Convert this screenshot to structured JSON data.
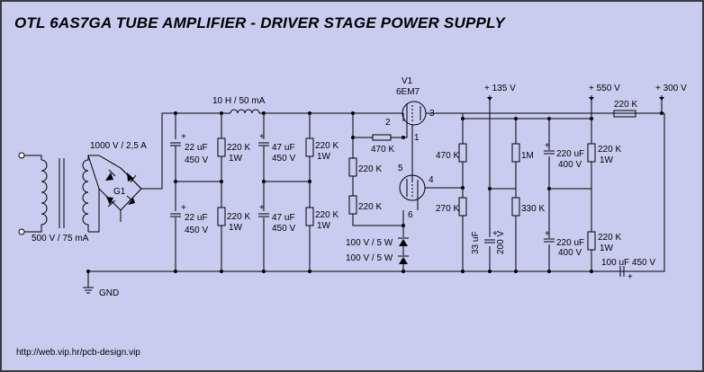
{
  "title": "OTL 6AS7GA TUBE AMPLIFIER - DRIVER STAGE POWER SUPPLY",
  "footer": "http://web.vip.hr/pcb-design.vip",
  "transformer": {
    "primary": "1000 V / 2,5 A",
    "secondary": "500 V / 75 mA"
  },
  "bridge": {
    "ref": "G1"
  },
  "choke": {
    "label": "10 H / 50 mA"
  },
  "filter": {
    "c1": [
      "22 uF",
      "450 V"
    ],
    "c2": [
      "22 uF",
      "450 V"
    ],
    "r1": [
      "220 K",
      "1W"
    ],
    "r2": [
      "220 K",
      "1W"
    ],
    "c3": [
      "47 uF",
      "450 V"
    ],
    "c4": [
      "47 uF",
      "450 V"
    ],
    "r3": [
      "220 K",
      "1W"
    ],
    "r4": [
      "220 K",
      "1W"
    ]
  },
  "tube": {
    "ref": "V1",
    "type": "6EM7",
    "pins": [
      "1",
      "2",
      "3",
      "4",
      "5",
      "6"
    ]
  },
  "divider": {
    "r_top": "220 K",
    "r_bottom": "220 K",
    "r_grid": "470 K"
  },
  "zeners": [
    "100 V / 5 W",
    "100 V / 5 W"
  ],
  "cathode": {
    "r_top": "470 K",
    "r_bottom": "270 K"
  },
  "supplies": {
    "v135": "+ 135 V",
    "v550": "+ 550 V",
    "v300": "+ 300 V"
  },
  "out135": {
    "cap": [
      "33 uF",
      "200 V"
    ],
    "r_top": "1M",
    "r_bottom": "330 K"
  },
  "out550": {
    "c1": [
      "220 uF",
      "400 V"
    ],
    "c2": [
      "220 uF",
      "400 V"
    ],
    "r1": [
      "220 K",
      "1W"
    ],
    "r2": [
      "220 K",
      "1W"
    ],
    "r_series": "220 K",
    "c_out": "100 uF 450 V"
  },
  "ground": "GND",
  "colors": {
    "background": "#c8cdf0",
    "border": "#3a3a3a",
    "ink": "#000000"
  }
}
